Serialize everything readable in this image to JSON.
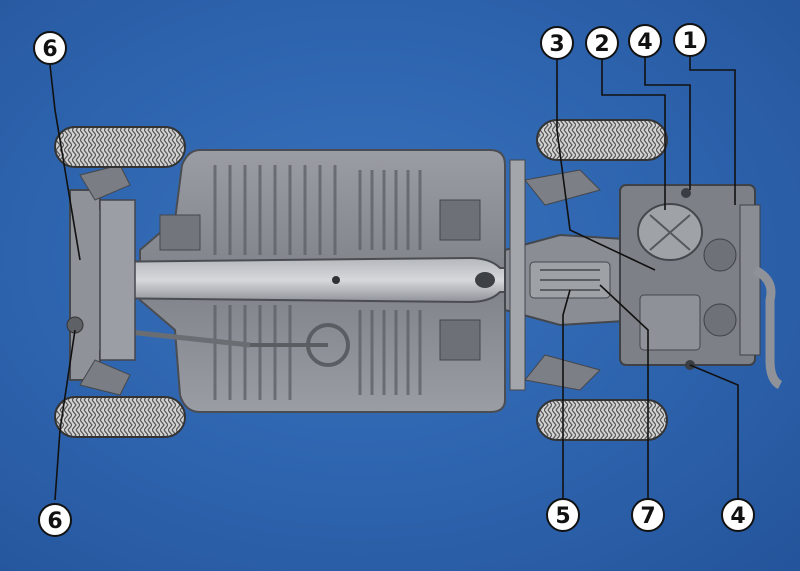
{
  "diagram": {
    "callouts": [
      {
        "id": "callout-1",
        "label": "1"
      },
      {
        "id": "callout-2",
        "label": "2"
      },
      {
        "id": "callout-3",
        "label": "3"
      },
      {
        "id": "callout-4-top",
        "label": "4"
      },
      {
        "id": "callout-4-bottom",
        "label": "4"
      },
      {
        "id": "callout-5",
        "label": "5"
      },
      {
        "id": "callout-6-top",
        "label": "6"
      },
      {
        "id": "callout-6-bottom",
        "label": "6"
      },
      {
        "id": "callout-7",
        "label": "7"
      }
    ],
    "colors": {
      "background": "#2d63ad",
      "chassis": "#8c8f96",
      "tire": "#c9c9c9",
      "callout_fill": "#ffffff",
      "callout_stroke": "#111111"
    }
  }
}
